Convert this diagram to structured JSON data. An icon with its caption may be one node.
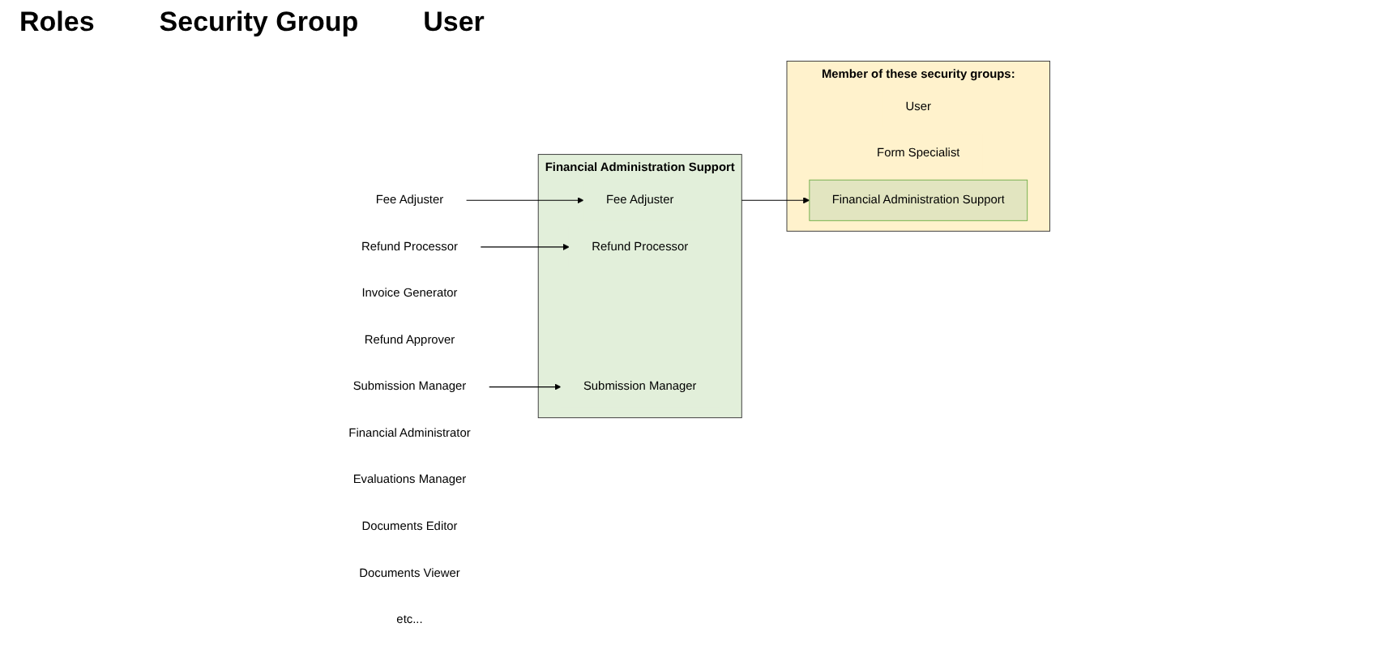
{
  "diagram": {
    "nodes": [
      {
        "text": [
          "Fee Adjuster"
        ]
      },
      {
        "text": [
          "Refund Processor"
        ]
      },
      {
        "text": [
          "Invoice Generator"
        ]
      },
      {
        "text": [
          "Refund Approver"
        ]
      },
      {
        "text": [
          "Submission Manager"
        ]
      },
      {
        "text": [
          "Financial Administrator"
        ]
      },
      {
        "text": [
          "Evaluations Manager"
        ]
      },
      {
        "text": [
          "Documents Editor"
        ]
      },
      {
        "text": [
          "Documents Viewer"
        ]
      },
      {
        "text": [
          "etc..."
        ]
      },
      {
        "text": [
          "Financial Administration Support"
        ]
      },
      {
        "text": [
          "Fee Adjuster"
        ],
        "in": 10
      },
      {
        "text": [
          "Refund Processor"
        ],
        "in": 10
      },
      {
        "text": [
          "Submission Manager"
        ],
        "in": 10
      },
      {
        "text": [
          "Member of these security groups:"
        ]
      },
      {
        "text": [
          "User"
        ],
        "in": 14
      },
      {
        "text": [
          "Form Specialist"
        ],
        "in": 14
      },
      {
        "text": [
          "Financial Administration Support"
        ],
        "in": 14
      }
    ],
    "edges": [
      {
        "from": 0,
        "to": 11,
        "arrow": "to"
      },
      {
        "from": 1,
        "to": 12,
        "arrow": "to"
      },
      {
        "from": 4,
        "to": 13,
        "arrow": "to"
      },
      {
        "from": 10,
        "to": 17,
        "arrow": "to"
      }
    ],
    "labels": [
      "Roles",
      "Security Group",
      "User"
    ]
  }
}
